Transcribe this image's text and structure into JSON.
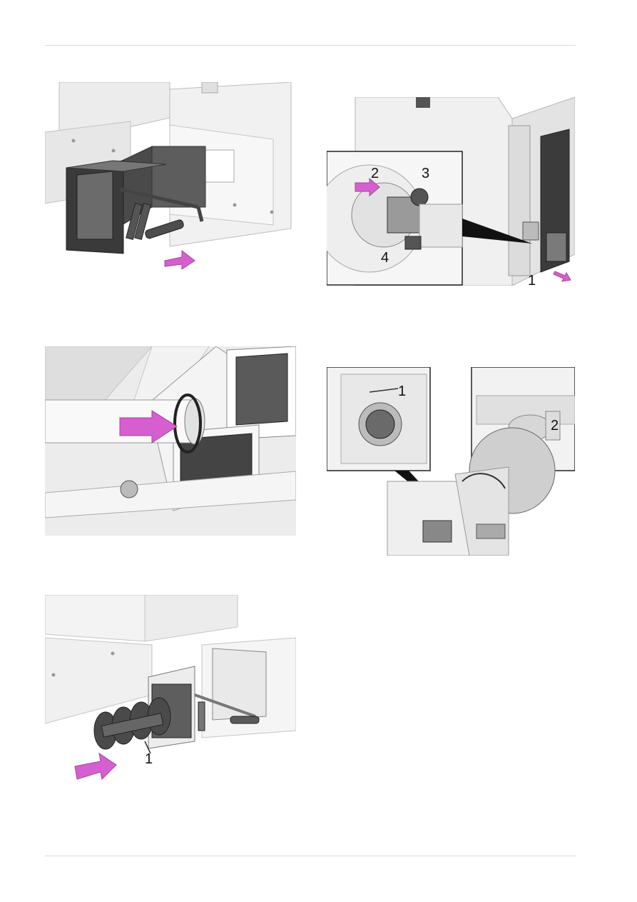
{
  "figures": {
    "fig1": {
      "description_icon": "feed-hopper-flange-icon",
      "arrow_color": "#d65fd0"
    },
    "fig2": {
      "labels": [
        "2",
        "3",
        "4",
        "1"
      ],
      "arrow_color": "#d65fd0"
    },
    "fig3": {
      "arrow_color": "#d65fd0"
    },
    "fig4": {
      "labels": [
        "1",
        "2"
      ]
    },
    "fig5": {
      "labels": [
        "1"
      ],
      "arrow_color": "#d65fd0"
    }
  }
}
